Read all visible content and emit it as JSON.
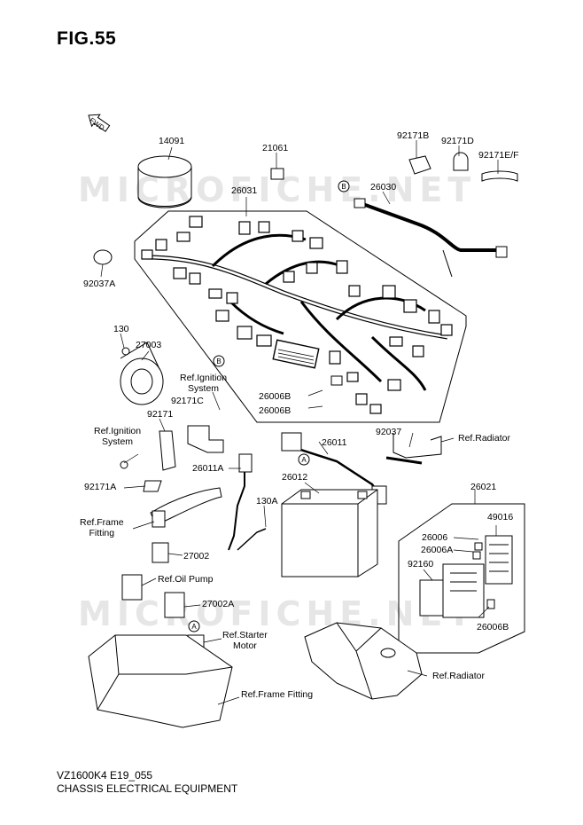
{
  "figure": {
    "title": "FIG.55"
  },
  "watermark": "MICROFICHE.NET",
  "direction_marker": "FWD",
  "callouts": {
    "circle_a": "A",
    "circle_b": "B"
  },
  "parts": {
    "p14091": "14091",
    "p21061": "21061",
    "p92171B": "92171B",
    "p92171D": "92171D",
    "p92171EF": "92171E/F",
    "p26031": "26031",
    "p26030": "26030",
    "p92037A": "92037A",
    "p130": "130",
    "p27003": "27003",
    "refIgnition1_l1": "Ref.Ignition",
    "refIgnition1_l2": "System",
    "p92171C": "92171C",
    "p92171": "92171",
    "refIgnition2_l1": "Ref.Ignition",
    "refIgnition2_l2": "System",
    "p26006B_1": "26006B",
    "p26006B_2": "26006B",
    "p92037": "92037",
    "refRadiator1": "Ref.Radiator",
    "p26011": "26011",
    "p26011A": "26011A",
    "p92171A": "92171A",
    "p26012": "26012",
    "p130A": "130A",
    "p26021": "26021",
    "p49016": "49016",
    "p26006": "26006",
    "p26006A": "26006A",
    "p92160": "92160",
    "refFrame1_l1": "Ref.Frame",
    "refFrame1_l2": "Fitting",
    "p27002": "27002",
    "refOilPump": "Ref.Oil Pump",
    "p27002A": "27002A",
    "refStarter_l1": "Ref.Starter",
    "refStarter_l2": "Motor",
    "p26006B_3": "26006B",
    "refRadiator2": "Ref.Radiator",
    "refFrameFitting": "Ref.Frame Fitting"
  },
  "footer": {
    "model_code": "VZ1600K4 E19_055",
    "description": "CHASSIS ELECTRICAL EQUIPMENT"
  }
}
